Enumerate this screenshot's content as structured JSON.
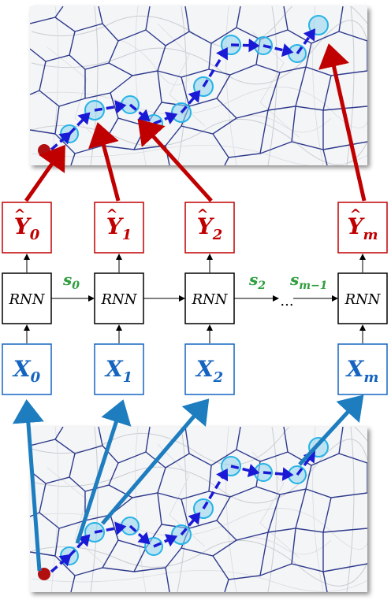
{
  "outputs": [
    {
      "letter": "Y",
      "sub": "0"
    },
    {
      "letter": "Y",
      "sub": "1"
    },
    {
      "letter": "Y",
      "sub": "2"
    },
    {
      "letter": "Y",
      "sub": "m"
    }
  ],
  "inputs": [
    {
      "letter": "X",
      "sub": "0"
    },
    {
      "letter": "X",
      "sub": "1"
    },
    {
      "letter": "X",
      "sub": "2"
    },
    {
      "letter": "X",
      "sub": "m"
    }
  ],
  "rnn_label": "RNN",
  "states": [
    {
      "letter": "s",
      "sub": "0"
    },
    {
      "letter": "s",
      "sub": "2"
    },
    {
      "letter": "s",
      "sub": "m−1"
    }
  ],
  "ellipsis": "...",
  "colors": {
    "output": "#c00000",
    "input": "#1565c0",
    "state": "#2e9e3e",
    "trajectory": "#1a1ad6",
    "voronoi": "#2e3a8c",
    "cell_bubble": "#27b3e6",
    "origin_dot": "#b01010"
  }
}
